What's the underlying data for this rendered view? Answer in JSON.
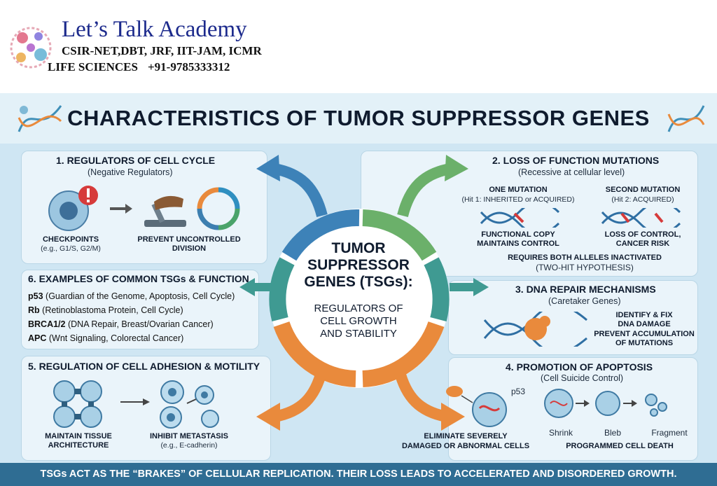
{
  "header": {
    "brand_title": "Let’s Talk Academy",
    "subtitle1": "CSIR-NET,DBT, JRF, IIT-JAM, ICMR",
    "subtitle2": "LIFE SCIENCES",
    "phone": "+91-9785333312"
  },
  "poster": {
    "title": "CHARACTERISTICS OF TUMOR SUPPRESSOR GENES",
    "center": {
      "title_line1": "TUMOR",
      "title_line2": "SUPPRESSOR",
      "title_line3": "GENES (TSGs):",
      "sub_line1": "REGULATORS OF",
      "sub_line2": "CELL GROWTH",
      "sub_line3": "AND STABILITY"
    },
    "panel1": {
      "title": "1. REGULATORS OF CELL CYCLE",
      "subtitle": "(Negative Regulators)",
      "label1": "CHECKPOINTS",
      "label1_sub": "(e.g., G1/S, G2/M)",
      "label2_line1": "PREVENT UNCONTROLLED",
      "label2_line2": "DIVISION"
    },
    "panel2": {
      "title": "2. LOSS OF FUNCTION MUTATIONS",
      "subtitle": "(Recessive at cellular level)",
      "m1_title": "ONE MUTATION",
      "m1_sub": "(Hit 1: INHERITED or ACQUIRED)",
      "m1_label1": "FUNCTIONAL COPY",
      "m1_label2": "MAINTAINS CONTROL",
      "m2_title": "SECOND MUTATION",
      "m2_sub": "(Hit 2: ACQUIRED)",
      "m2_label1": "LOSS OF CONTROL,",
      "m2_label2": "CANCER RISK",
      "bottom1": "REQUIRES BOTH ALLELES INACTIVATED",
      "bottom2": "(TWO-HIT HYPOTHESIS)"
    },
    "panel3": {
      "title": "3. DNA REPAIR MECHANISMS",
      "subtitle": "(Caretaker Genes)",
      "label1": "IDENTIFY & FIX",
      "label2": "DNA DAMAGE",
      "label3": "PREVENT ACCUMULATION",
      "label4": "OF MUTATIONS"
    },
    "panel4": {
      "title": "4. PROMOTION OF APOPTOSIS",
      "subtitle": "(Cell Suicide Control)",
      "p53": "p53",
      "stage1": "Shrink",
      "stage2": "Bleb",
      "stage3": "Fragment",
      "eliminate1": "ELIMINATE SEVERELY",
      "eliminate2": "DAMAGED OR ABNORMAL CELLS",
      "programmed": "PROGRAMMED CELL DEATH"
    },
    "panel5": {
      "title": "5. REGULATION OF CELL ADHESION & MOTILITY",
      "label1_line1": "MAINTAIN TISSUE",
      "label1_line2": "ARCHITECTURE",
      "label2": "INHIBIT METASTASIS",
      "label2_sub": "(e.g., E-cadherin)"
    },
    "panel6": {
      "title": "6. EXAMPLES OF COMMON TSGs & FUNCTION",
      "examples": [
        {
          "gene": "p53",
          "desc": "(Guardian of the Genome, Apoptosis, Cell Cycle)"
        },
        {
          "gene": "Rb",
          "desc": "(Retinoblastoma Protein, Cell Cycle)"
        },
        {
          "gene": "BRCA1/2",
          "desc": "(DNA Repair, Breast/Ovarian Cancer)"
        },
        {
          "gene": "APC",
          "desc": "(Wnt Signaling, Colorectal Cancer)"
        }
      ]
    },
    "footer": "TSGs ACT AS THE “BRAKES” OF CELLULAR REPLICATION. THEIR LOSS LEADS TO ACCELERATED AND DISORDERED GROWTH.",
    "colors": {
      "blue": "#3d82b8",
      "teal": "#3f9a92",
      "green": "#6bb06a",
      "orange": "#e98a3c",
      "footer": "#2f6d93"
    }
  }
}
